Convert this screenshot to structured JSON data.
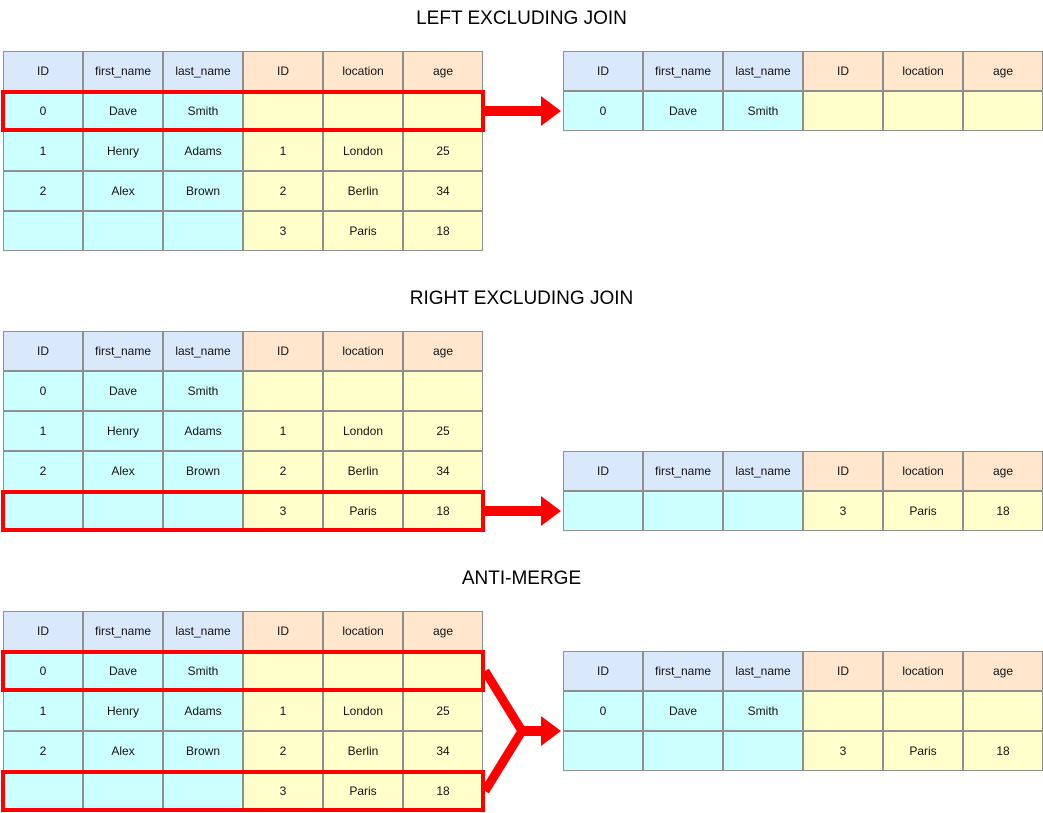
{
  "headers": [
    "ID",
    "first_name",
    "last_name",
    "ID",
    "location",
    "age"
  ],
  "sections": [
    {
      "title": "LEFT EXCLUDING JOIN",
      "source_rows": [
        [
          "0",
          "Dave",
          "Smith",
          "",
          "",
          ""
        ],
        [
          "1",
          "Henry",
          "Adams",
          "1",
          "London",
          "25"
        ],
        [
          "2",
          "Alex",
          "Brown",
          "2",
          "Berlin",
          "34"
        ],
        [
          "",
          "",
          "",
          "3",
          "Paris",
          "18"
        ]
      ],
      "highlighted_rows": [
        0
      ],
      "result_rows": [
        [
          "0",
          "Dave",
          "Smith",
          "",
          "",
          ""
        ]
      ]
    },
    {
      "title": "RIGHT EXCLUDING JOIN",
      "source_rows": [
        [
          "0",
          "Dave",
          "Smith",
          "",
          "",
          ""
        ],
        [
          "1",
          "Henry",
          "Adams",
          "1",
          "London",
          "25"
        ],
        [
          "2",
          "Alex",
          "Brown",
          "2",
          "Berlin",
          "34"
        ],
        [
          "",
          "",
          "",
          "3",
          "Paris",
          "18"
        ]
      ],
      "highlighted_rows": [
        3
      ],
      "result_rows": [
        [
          "",
          "",
          "",
          "3",
          "Paris",
          "18"
        ]
      ]
    },
    {
      "title": "ANTI-MERGE",
      "source_rows": [
        [
          "0",
          "Dave",
          "Smith",
          "",
          "",
          ""
        ],
        [
          "1",
          "Henry",
          "Adams",
          "1",
          "London",
          "25"
        ],
        [
          "2",
          "Alex",
          "Brown",
          "2",
          "Berlin",
          "34"
        ],
        [
          "",
          "",
          "",
          "3",
          "Paris",
          "18"
        ]
      ],
      "highlighted_rows": [
        0,
        3
      ],
      "result_rows": [
        [
          "0",
          "Dave",
          "Smith",
          "",
          "",
          ""
        ],
        [
          "",
          "",
          "",
          "3",
          "Paris",
          "18"
        ]
      ]
    }
  ],
  "colors": {
    "left_header": "#dae8fc",
    "right_header": "#ffe6cc",
    "left_cell": "#ccffff",
    "right_cell": "#ffffcc",
    "highlight": "#ff0000"
  }
}
